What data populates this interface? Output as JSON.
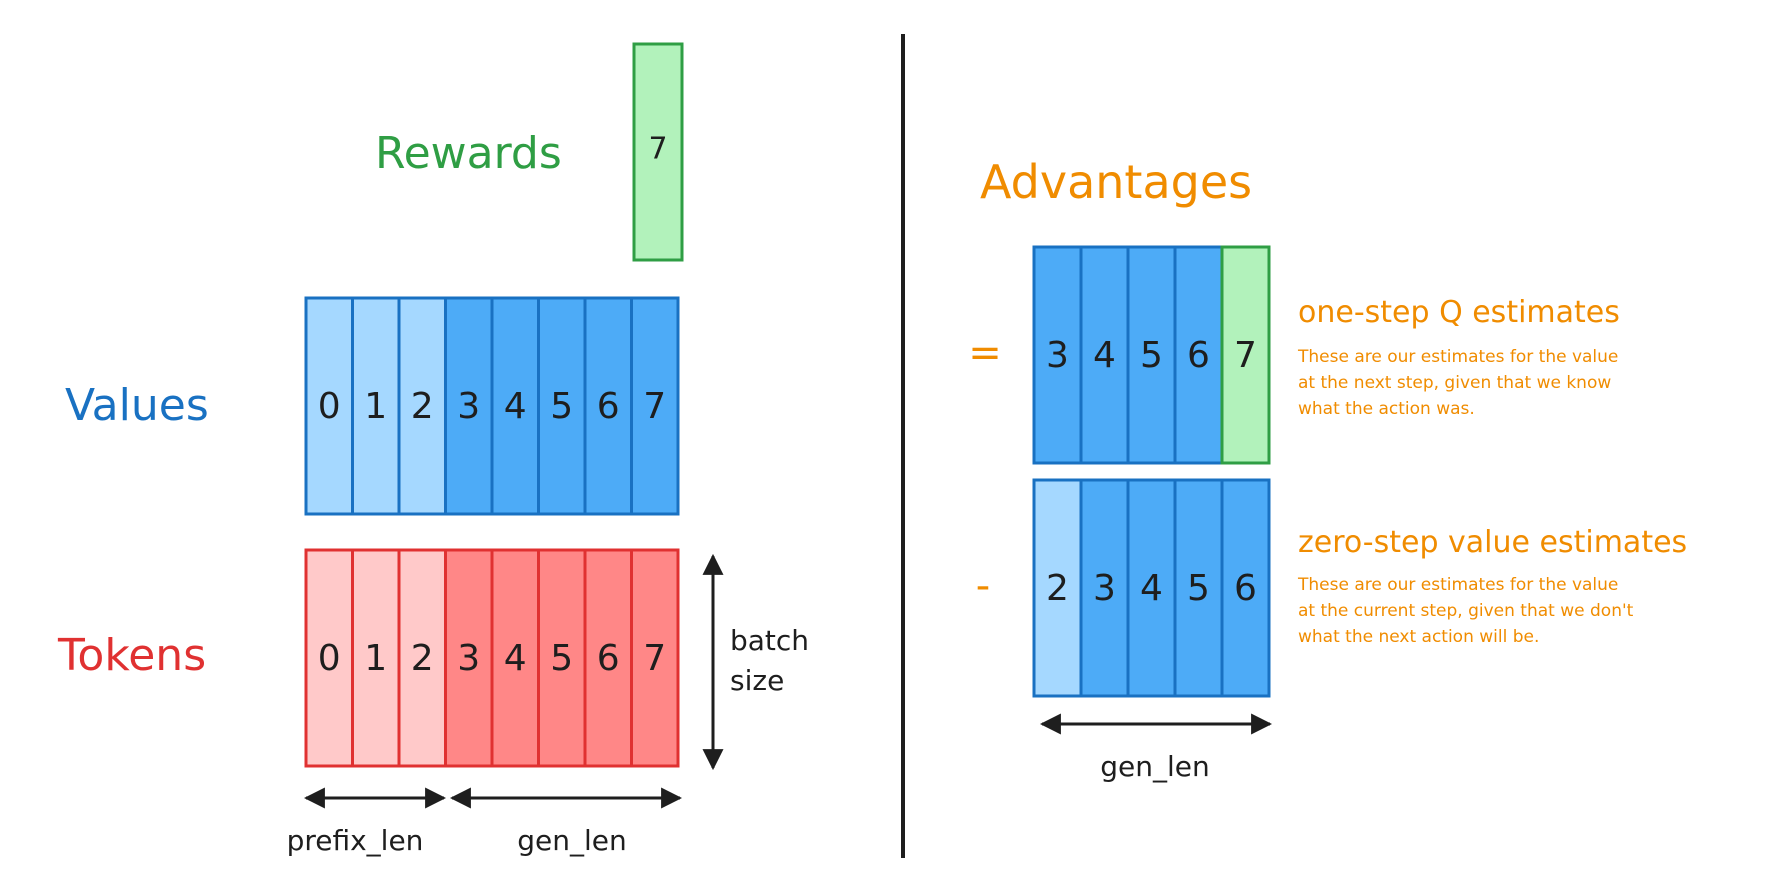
{
  "left": {
    "rewards": {
      "label": "Rewards",
      "values": [
        "7"
      ],
      "color_fill": "#b2f2bb",
      "color_stroke": "#2f9e44"
    },
    "values": {
      "label": "Values",
      "cells": [
        "0",
        "1",
        "2",
        "3",
        "4",
        "5",
        "6",
        "7"
      ],
      "prefix_count": 3,
      "color_prefix": "#a5d8ff",
      "color_gen": "#4dabf7",
      "color_stroke": "#1971c2"
    },
    "tokens": {
      "label": "Tokens",
      "cells": [
        "0",
        "1",
        "2",
        "3",
        "4",
        "5",
        "6",
        "7"
      ],
      "prefix_count": 3,
      "color_prefix": "#ffc9c9",
      "color_gen": "#ff8787",
      "color_stroke": "#e03131"
    },
    "batch_label_line1": "batch",
    "batch_label_line2": "size",
    "prefix_len_label": "prefix_len",
    "gen_len_label": "gen_len"
  },
  "right": {
    "title": "Advantages",
    "plus_op": "=",
    "minus_op": "-",
    "q_row": {
      "cells": [
        "3",
        "4",
        "5",
        "6",
        "7"
      ],
      "title": "one-step Q estimates",
      "note_lines": [
        "These are our estimates for the value",
        "at the next step, given that we know",
        "what the action was."
      ]
    },
    "v_row": {
      "cells": [
        "2",
        "3",
        "4",
        "5",
        "6"
      ],
      "title": "zero-step value estimates",
      "note_lines": [
        "These are our estimates for the value",
        "at the current step, given that we don't",
        "what the next action will be."
      ]
    },
    "gen_len_label": "gen_len"
  }
}
